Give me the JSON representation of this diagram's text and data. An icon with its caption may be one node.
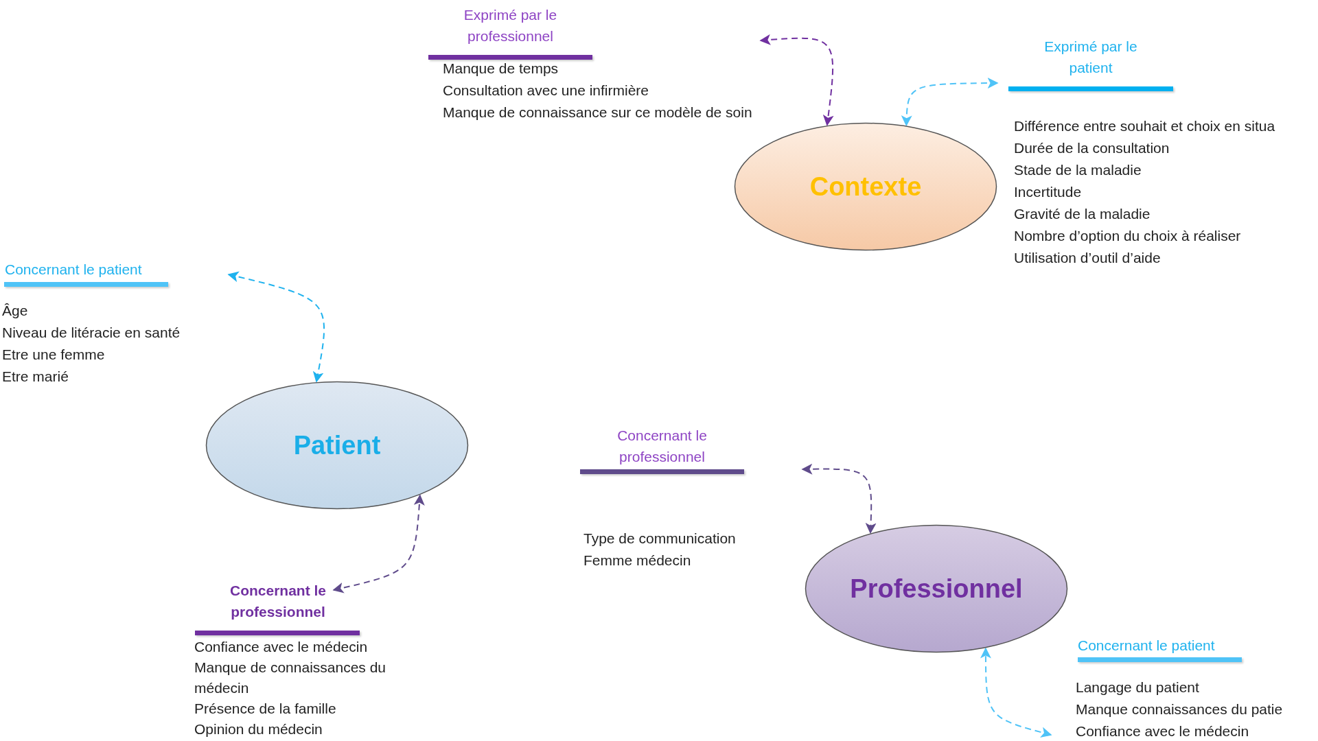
{
  "diagram": {
    "nodes": [
      {
        "text": [
          "Contexte"
        ]
      },
      {
        "text": [
          "Patient"
        ]
      },
      {
        "text": [
          "Professionnel"
        ]
      },
      {
        "text": [
          "Concernant le professionnel"
        ]
      }
    ],
    "edges": [
      {
        "from": null,
        "to": 0,
        "arrow": "both",
        "style": "dashed",
        "color": "#7030a0"
      },
      {
        "from": null,
        "to": 0,
        "arrow": "both",
        "style": "dashed",
        "color": "#4fc3f7"
      },
      {
        "from": null,
        "to": 1,
        "arrow": "both",
        "style": "dashed",
        "color": "#1fb2ee"
      },
      {
        "from": 3,
        "to": 1,
        "arrow": "both",
        "style": "dashed",
        "color": "#5f4b8b"
      },
      {
        "from": null,
        "to": 2,
        "arrow": "both",
        "style": "dashed",
        "color": "#5f4b8b"
      },
      {
        "from": null,
        "to": 2,
        "arrow": "both",
        "style": "dashed",
        "color": "#4fc3f7"
      }
    ],
    "labels": [
      "Exprimé par le professionnel",
      "Manque de temps",
      "Consultation avec une infirmière",
      "Manque de connaissance sur ce modèle de soin",
      "Exprimé par le patient",
      "Différence entre souhait et choix en situa",
      "Durée de la consultation",
      "Stade de la maladie",
      "Incertitude",
      "Gravité de la maladie",
      "Nombre d’option du choix à réaliser",
      "Utilisation d’outil d’aide",
      "Concernant le patient",
      "Âge",
      "Niveau de litéracie en santé",
      "Etre une femme",
      "Etre marié",
      "Concernant le professionnel",
      "Type de communication",
      "Femme médecin",
      "Confiance avec le médecin",
      "Manque de connaissances du médecin",
      "Présence de la famille",
      "Opinion du médecin",
      "Concernant le patient",
      "Langage du patient",
      "Manque connaissances du patie",
      "Confiance avec le médecin"
    ]
  }
}
